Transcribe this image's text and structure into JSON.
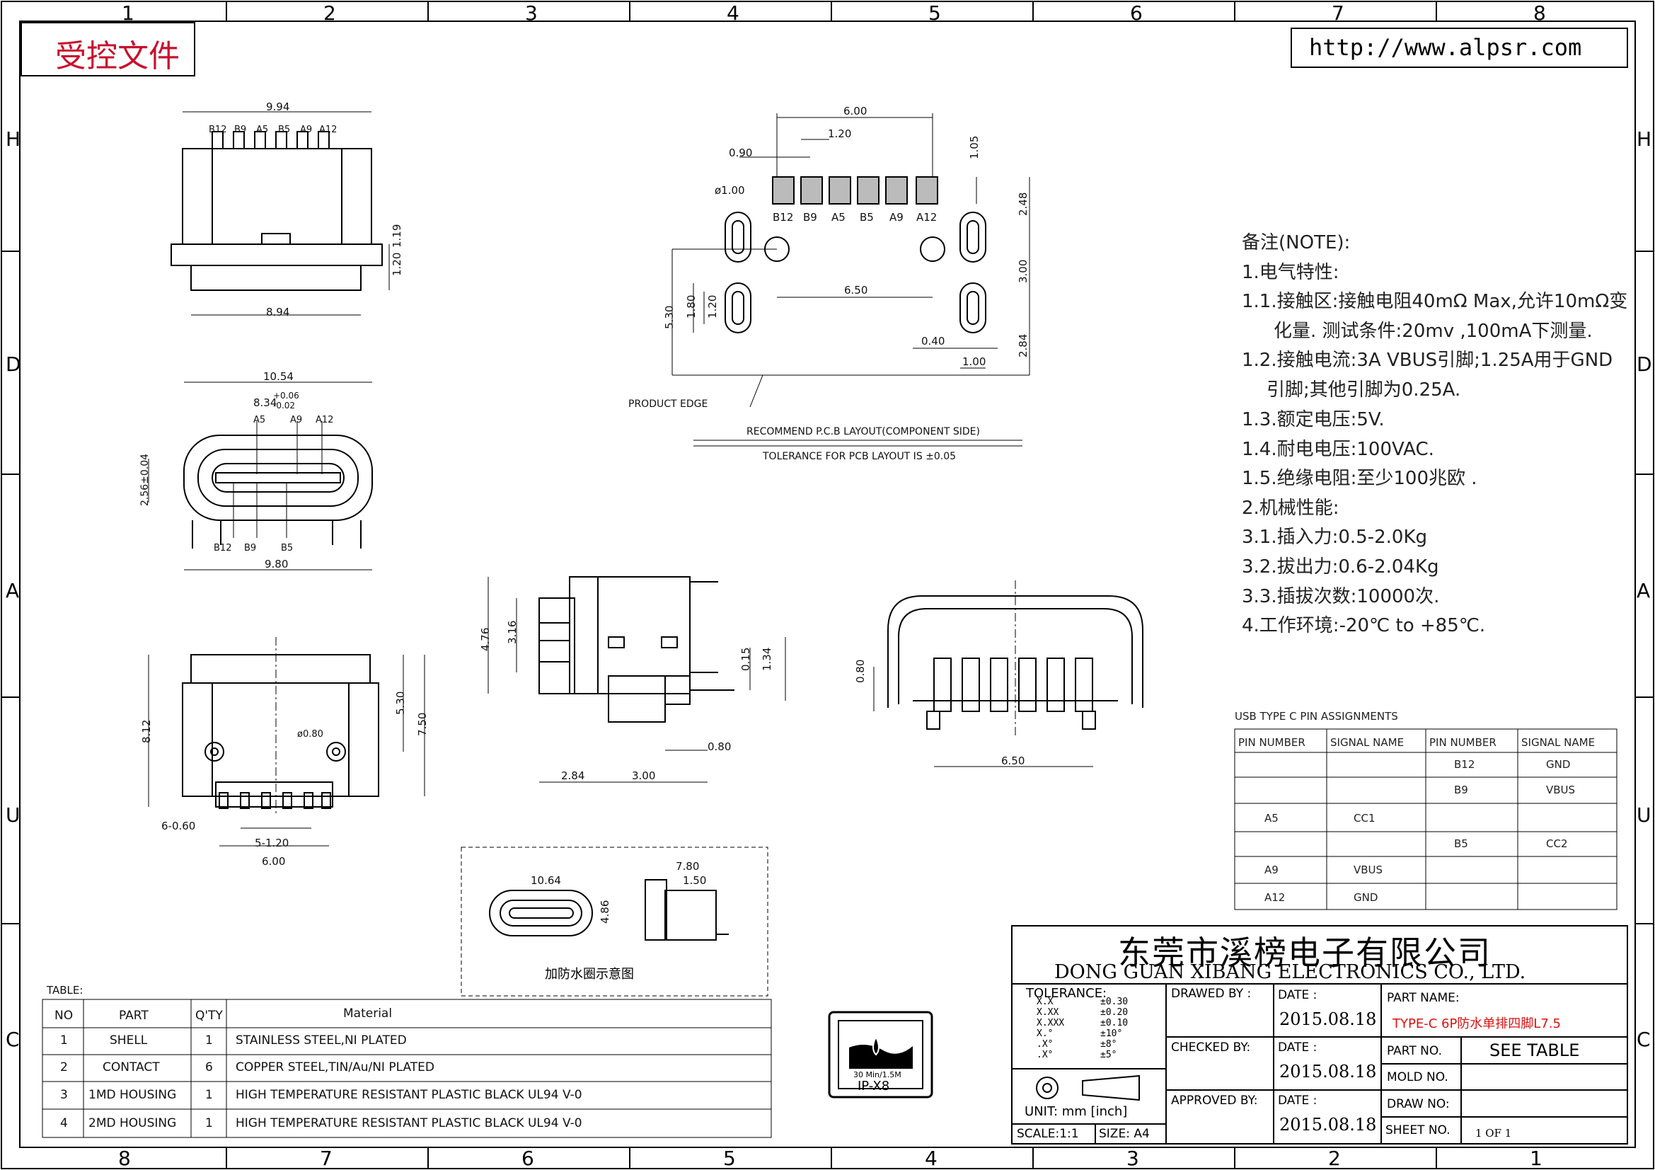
{
  "stamp": "受控文件",
  "website": "http://www.alpsr.com",
  "border": {
    "cols_top": [
      "1",
      "2",
      "3",
      "4",
      "5",
      "6",
      "7",
      "8"
    ],
    "cols_bottom": [
      "8",
      "7",
      "6",
      "5",
      "4",
      "3",
      "2",
      "1"
    ],
    "rows": [
      "H",
      "D",
      "A",
      "U",
      "C"
    ]
  },
  "pcb_layout": {
    "dims": [
      "6.00",
      "1.20",
      "0.90",
      "1.05",
      "2.48",
      "3.00",
      "2.84",
      "0.40",
      "1.00",
      "6.50",
      "5.30",
      "1.80",
      "1.20"
    ],
    "hole": "ø1.00",
    "pins": [
      "B12",
      "B9",
      "A5",
      "B5",
      "A9",
      "A12"
    ],
    "product_edge": "PRODUCT EDGE",
    "recommend": "RECOMMEND P.C.B LAYOUT(COMPONENT SIDE)",
    "tolerance": "TOLERANCE FOR PCB LAYOUT IS ±0.05"
  },
  "top_view": {
    "pins": [
      "B12",
      "B9",
      "A5",
      "B5",
      "A9",
      "A12"
    ],
    "dims": [
      "9.94",
      "8.94",
      "1.19",
      "1.20"
    ]
  },
  "front_view": {
    "dims": [
      "10.54",
      "8.34",
      "+0.06",
      "-0.02",
      "2.56±0.04",
      "9.80"
    ],
    "top_pins": [
      "A5",
      "A9",
      "A12"
    ],
    "bottom_pins": [
      "B12",
      "B9",
      "B5"
    ]
  },
  "bottom_view": {
    "dims": [
      "8.12",
      "5.30",
      "7.50",
      "ø0.80",
      "6-0.60",
      "5-1.20",
      "6.00"
    ]
  },
  "side_view": {
    "dims": [
      "4.76",
      "3.16",
      "0.15",
      "1.34",
      "0.80",
      "2.84",
      "3.00"
    ]
  },
  "rear_view": {
    "dims": [
      "0.80",
      "6.50"
    ]
  },
  "waterproof": {
    "dims": [
      "10.64",
      "4.86",
      "7.80",
      "1.50"
    ],
    "caption": "加防水圈示意图"
  },
  "ip_badge": {
    "text": "30 Min/1.5M",
    "rating": "IP-X8"
  },
  "notes": {
    "title": "备注(NOTE):",
    "lines": [
      "1.电气特性:",
      "1.1.接触区:接触电阻40mΩ Max,允许10mΩ变",
      "化量. 测试条件:20mv ,100mA下测量.",
      "1.2.接触电流:3A VBUS引脚;1.25A用于GND",
      "引脚;其他引脚为0.25A.",
      "1.3.额定电压:5V.",
      "1.4.耐电电压:100VAC.",
      "1.5.绝缘电阻:至少100兆欧 .",
      "2.机械性能:",
      "3.1.插入力:0.5-2.0Kg",
      "3.2.拔出力:0.6-2.04Kg",
      "3.3.插拔次数:10000次.",
      "4.工作环境:-20℃ to +85℃."
    ]
  },
  "pin_table": {
    "title": "USB TYPE C PIN ASSIGNMENTS",
    "headers": [
      "PIN NUMBER",
      "SIGNAL NAME",
      "PIN NUMBER",
      "SIGNAL NAME"
    ],
    "rows": [
      [
        "",
        "",
        "B12",
        "GND"
      ],
      [
        "",
        "",
        "B9",
        "VBUS"
      ],
      [
        "A5",
        "CC1",
        "",
        ""
      ],
      [
        "",
        "",
        "B5",
        "CC2"
      ],
      [
        "A9",
        "VBUS",
        "",
        ""
      ],
      [
        "A12",
        "GND",
        "",
        ""
      ]
    ]
  },
  "parts_table": {
    "title": "TABLE:",
    "headers": [
      "NO",
      "PART",
      "Q'TY",
      "Material"
    ],
    "rows": [
      [
        "1",
        "SHELL",
        "1",
        "STAINLESS STEEL,NI PLATED"
      ],
      [
        "2",
        "CONTACT",
        "6",
        "COPPER STEEL,TIN/Au/NI PLATED"
      ],
      [
        "3",
        "1MD HOUSING",
        "1",
        "HIGH TEMPERATURE RESISTANT PLASTIC BLACK UL94 V-0"
      ],
      [
        "4",
        "2MD HOUSING",
        "1",
        "HIGH TEMPERATURE RESISTANT PLASTIC BLACK UL94 V-0"
      ]
    ]
  },
  "title_block": {
    "company_cn": "东莞市溪榜电子有限公司",
    "company_en": "DONG GUAN XIBANG ELECTRONICS CO., LTD.",
    "tolerance_label": "TOLERANCE:",
    "tol_left": [
      "X.X",
      "X.XX",
      "X.XXX",
      "X.°",
      ".X°",
      ".X°"
    ],
    "tol_right": [
      "±0.30",
      "±0.20",
      "±0.10",
      "±10°",
      "±8°",
      "±5°"
    ],
    "unit": "UNIT: mm [inch]",
    "scale": "SCALE:1:1",
    "size": "SIZE: A4",
    "drawn_by": "DRAWED BY :",
    "checked_by": "CHECKED BY:",
    "approved_by": "APPROVED BY:",
    "date_label": "DATE :",
    "date": "2015.08.18",
    "part_name_label": "PART NAME:",
    "part_name": "TYPE-C 6P防水单排四脚L7.5",
    "part_no_label": "PART NO.",
    "part_no": "SEE TABLE",
    "mold_no_label": "MOLD NO.",
    "draw_no_label": "DRAW NO:",
    "sheet_label": "SHEET NO.",
    "sheet": "1 OF 1"
  },
  "colors": {
    "stamp_red": "#c8102e",
    "line": "#000000",
    "part_name_red": "#d11"
  }
}
